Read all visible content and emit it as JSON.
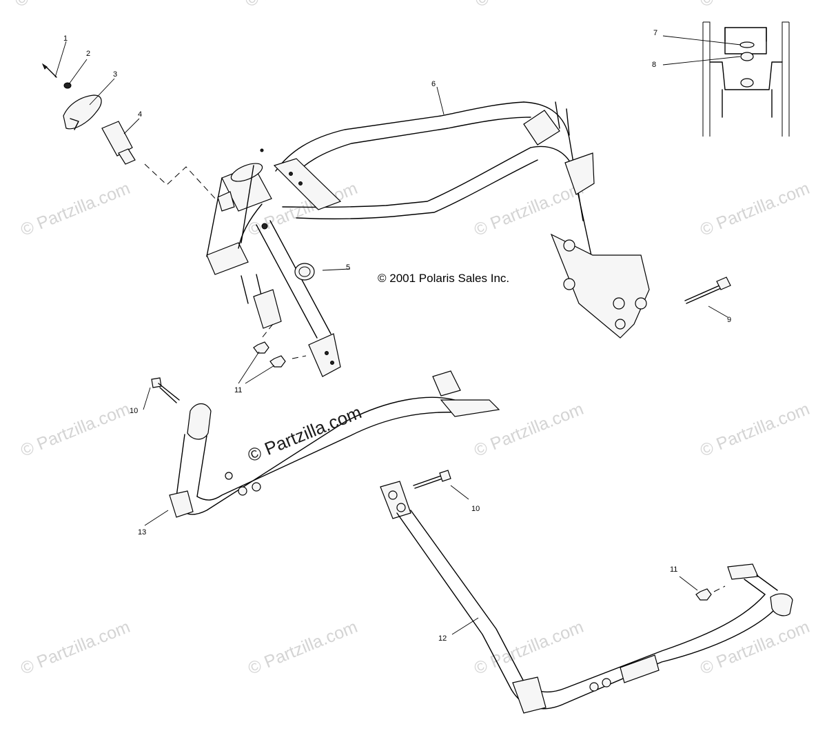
{
  "watermark": "© Partzilla.com",
  "copyright": "© 2001 Polaris Sales Inc.",
  "callouts": {
    "c1": "1",
    "c2": "2",
    "c3": "3",
    "c4": "4",
    "c5": "5",
    "c6": "6",
    "c7": "7",
    "c8": "8",
    "c9": "9",
    "c10a": "10",
    "c10b": "10",
    "c11a": "11",
    "c11b": "11",
    "c12": "12",
    "c13": "13"
  }
}
